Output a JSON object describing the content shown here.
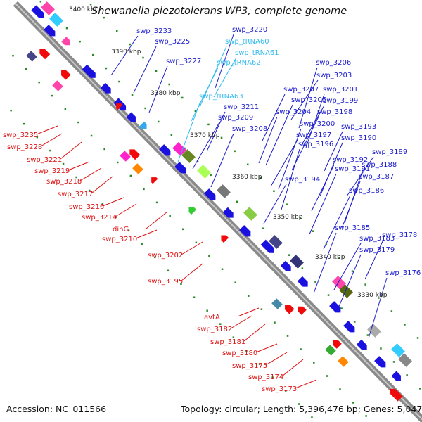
{
  "title": "Shewanella piezotolerans WP3, complete genome",
  "accession_text": "Accession: NC_011566",
  "topology_text": "Topology: circular; Length: 5,396,476 bp; Genes: 5,047",
  "colors": {
    "forward_label": "#1a1acc",
    "reverse_label": "#dd1111",
    "trna_label": "#33bbee",
    "backbone": "#8a8a8a",
    "cds": "#1a10e0",
    "rev_cds": "#f00a0a",
    "dots": "#2a8a2a"
  },
  "scale_ticks": [
    {
      "label": "3400 kbp",
      "pos": 3400
    },
    {
      "label": "3390 kbp",
      "pos": 3390
    },
    {
      "label": "3380 kbp",
      "pos": 3380
    },
    {
      "label": "3370 kbp",
      "pos": 3370
    },
    {
      "label": "3360 kbp",
      "pos": 3360
    },
    {
      "label": "3350 kbp",
      "pos": 3350
    },
    {
      "label": "3340 kbp",
      "pos": 3340
    },
    {
      "label": "3330 kbp",
      "pos": 3330
    }
  ],
  "forward_labels": [
    "swp_3233",
    "swp_3225",
    "swp_3220",
    "swp_tRNA60",
    "swp_tRNA61",
    "swp_3227",
    "swp_tRNA62",
    "swp_tRNA63",
    "swp_3211",
    "swp_3209",
    "swp_3208",
    "swp_3206",
    "swp_3203",
    "swp_3207",
    "swp_3201",
    "swp_3205",
    "swp_3199",
    "swp_3204",
    "swp_3198",
    "swp_3200",
    "swp_3193",
    "swp_3197",
    "swp_3190",
    "swp_3196",
    "swp_3189",
    "swp_3192",
    "swp_3188",
    "swp_3191",
    "swp_3194",
    "swp_3187",
    "swp_3186",
    "swp_3185",
    "swp_3178",
    "swp_3183",
    "swp_3179",
    "swp_3176"
  ],
  "reverse_labels": [
    "swp_3235",
    "swp_3228",
    "swp_3221",
    "swp_3219",
    "swp_3218",
    "swp_3217",
    "swp_3216",
    "swp_3214",
    "dinG",
    "swp_3210",
    "swp_3202",
    "swp_3195",
    "avtA",
    "swp_3182",
    "swp_3181",
    "swp_3180",
    "swp_3175",
    "swp_3174",
    "swp_3173"
  ]
}
